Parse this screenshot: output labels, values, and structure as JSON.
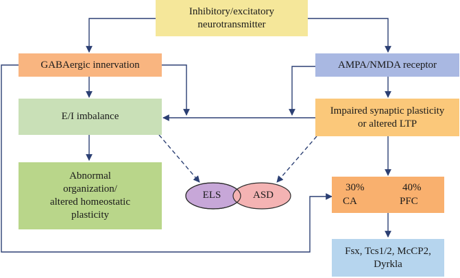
{
  "boxes": {
    "neurotransmitter": {
      "line1": "Inhibitory/excitatory",
      "line2": "neurotransmitter",
      "color": "#f5e79a"
    },
    "gabaergic": {
      "text": "GABAergic innervation",
      "color": "#f9b580"
    },
    "ampa": {
      "text": "AMPA/NMDA receptor",
      "color": "#a9b8e2"
    },
    "ei": {
      "text": "E/I imbalance",
      "color": "#c9e0b7"
    },
    "plasticity": {
      "line1": "Impaired synaptic plasticity",
      "line2": "or altered LTP",
      "color": "#fbc87a"
    },
    "abnormal": {
      "line1": "Abnormal",
      "line2": "organization/",
      "line3": "altered homeostatic",
      "line4": "plasticity",
      "color": "#b9d68a"
    },
    "ca_pfc": {
      "ca_pct": "30%",
      "ca_label": "CA",
      "pfc_pct": "40%",
      "pfc_label": "PFC",
      "color": "#f9b06e"
    },
    "genes": {
      "line1": "Fsx, Tcs1/2, McCP2,",
      "line2": "Dyrkla",
      "color": "#b6d5ee"
    }
  },
  "ellipses": {
    "els": {
      "label": "ELS",
      "color": "#c7a7d8"
    },
    "asd": {
      "label": "ASD",
      "color": "#f4b3b3"
    }
  },
  "colors": {
    "arrow": "#2b3f73"
  }
}
